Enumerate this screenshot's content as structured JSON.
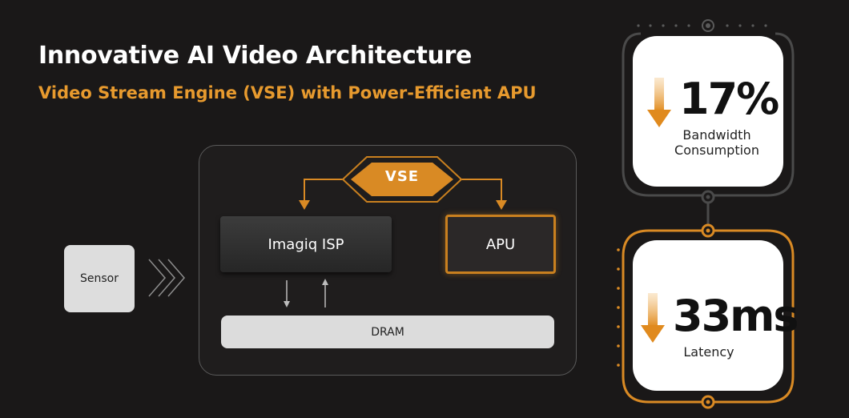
{
  "header": {
    "title": "Innovative AI Video Architecture",
    "subtitle": "Video Stream Engine (VSE) with Power-Efficient APU"
  },
  "diagram": {
    "sensor_label": "Sensor",
    "vse_label": "VSE",
    "isp_label": "Imagiq ISP",
    "apu_label": "APU",
    "dram_label": "DRAM"
  },
  "stats": [
    {
      "value": "17%",
      "label_line1": "Bandwidth",
      "label_line2": "Consumption",
      "arrow_icon": "down-arrow-icon"
    },
    {
      "value": "33ms",
      "label_line1": "Latency",
      "label_line2": "",
      "arrow_icon": "down-arrow-icon"
    }
  ],
  "colors": {
    "background": "#1a1818",
    "accent": "#e79a2e",
    "accent_dark": "#c9801f",
    "card": "#ffffff",
    "connector_gray": "#4a4a4a"
  }
}
